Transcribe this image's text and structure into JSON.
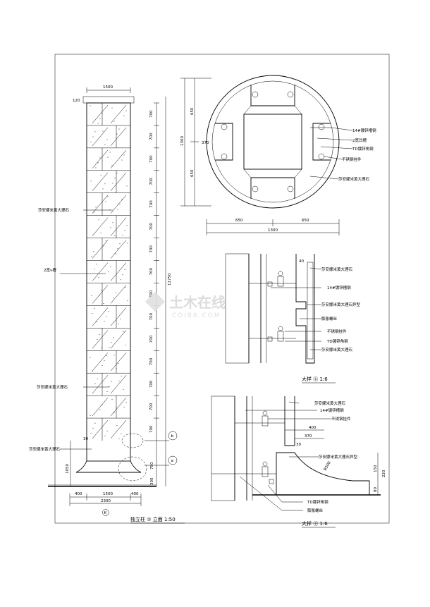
{
  "elevation": {
    "dims_top": "1500",
    "tag_top": "120",
    "row_dims": [
      "700",
      "700",
      "700",
      "700",
      "700",
      "700",
      "700",
      "700",
      "700",
      "700",
      "700",
      "700",
      "700",
      "700",
      "700"
    ],
    "total_height": "11750",
    "dim_bottom_a": "750",
    "dim_bottom_b": "300",
    "dim_left_1050": "1050",
    "dim_left_30": "30",
    "labels": {
      "stone_1": "莎安娜米黄大理石",
      "joint": "2宽v槽",
      "stone_2": "莎安娜米黄大理石",
      "stone_3": "莎安娜米黄大理石"
    },
    "base_dims": [
      "400",
      "1500",
      "400"
    ],
    "base_total": "2300",
    "axis_mark": "K",
    "callout_b": "b",
    "callout_a": "a",
    "caption": "独立柱 ① 立面 1:50"
  },
  "plan": {
    "dim_top": "650",
    "dim_bottom": "650",
    "dim_total": "1300",
    "dim_side": "370",
    "width_left": "650",
    "width_right": "650",
    "width_total": "1300",
    "labels": {
      "steel_1": "14#镀锌槽钢",
      "joint_2": "2宽凹槽",
      "angle": "TD镀锌角钢",
      "pendant": "不锈钢挂件",
      "stone": "莎安娜米黄大理石"
    }
  },
  "detail_b": {
    "labels": {
      "stone": "莎安娜米黄大理石",
      "channel": "14#镀锌槽钢",
      "stone_line": "莎安娜米黄大理石异型",
      "bolt": "膨胀螺丝",
      "pendant": "不锈钢挂件",
      "angle": "TD镀锌角钢",
      "stone_2": "莎安娜米黄大理石"
    },
    "dim_40": "40",
    "caption": "大样 ⓑ 1:6"
  },
  "detail_a": {
    "labels": {
      "stone": "莎安娜米黄大理石",
      "channel": "14#镀锌槽钢",
      "pendant": "不锈钢挂件",
      "stone_line": "莎安娜米黄大理石异型",
      "angle": "TD镀锌角钢",
      "bolt": "膨胀螺丝"
    },
    "dim_400": "400",
    "dim_370": "370",
    "dim_30": "30",
    "dim_r": "R500",
    "dim_150": "150",
    "dim_220": "220",
    "dim_80": "80",
    "caption": "大样 ⓐ 1:6"
  },
  "watermark": {
    "text": "土木在线",
    "sub": "COI88.COM"
  }
}
